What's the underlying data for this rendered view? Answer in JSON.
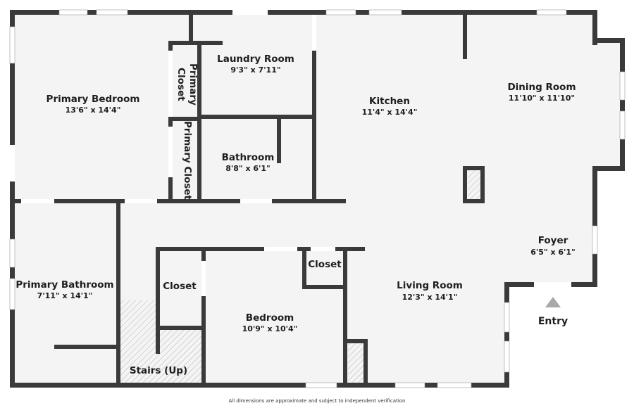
{
  "plan": {
    "rooms": [
      {
        "id": "primary-bedroom",
        "name": "Primary Bedroom",
        "dims": "13'6\" x 14'4\""
      },
      {
        "id": "primary-closet-1",
        "name": "Primary Closet",
        "dims": ""
      },
      {
        "id": "primary-closet-2",
        "name": "Primary Closet",
        "dims": ""
      },
      {
        "id": "laundry-room",
        "name": "Laundry Room",
        "dims": "9'3\" x 7'11\""
      },
      {
        "id": "bathroom",
        "name": "Bathroom",
        "dims": "8'8\" x 6'1\""
      },
      {
        "id": "kitchen",
        "name": "Kitchen",
        "dims": "11'4\" x 14'4\""
      },
      {
        "id": "dining-room",
        "name": "Dining Room",
        "dims": "11'10\" x 11'10\""
      },
      {
        "id": "primary-bathroom",
        "name": "Primary Bathroom",
        "dims": "7'11\" x 14'1\""
      },
      {
        "id": "closet-left",
        "name": "Closet",
        "dims": ""
      },
      {
        "id": "bedroom",
        "name": "Bedroom",
        "dims": "10'9\" x 10'4\""
      },
      {
        "id": "closet-right",
        "name": "Closet",
        "dims": ""
      },
      {
        "id": "living-room",
        "name": "Living Room",
        "dims": "12'3\" x 14'1\""
      },
      {
        "id": "foyer",
        "name": "Foyer",
        "dims": "6'5\" x 6'1\""
      },
      {
        "id": "stairs",
        "name": "Stairs (Up)",
        "dims": ""
      }
    ],
    "closet_primary_line1": "Primary",
    "closet_primary_line2": "Closet",
    "entry": {
      "label": "Entry",
      "marker_color": "#a8a8a8"
    },
    "disclaimer": "All dimensions are approximate and subject to independent verification",
    "colors": {
      "wall": "#3a3a3a",
      "floor": "#f4f4f4",
      "background": "#ffffff"
    }
  }
}
